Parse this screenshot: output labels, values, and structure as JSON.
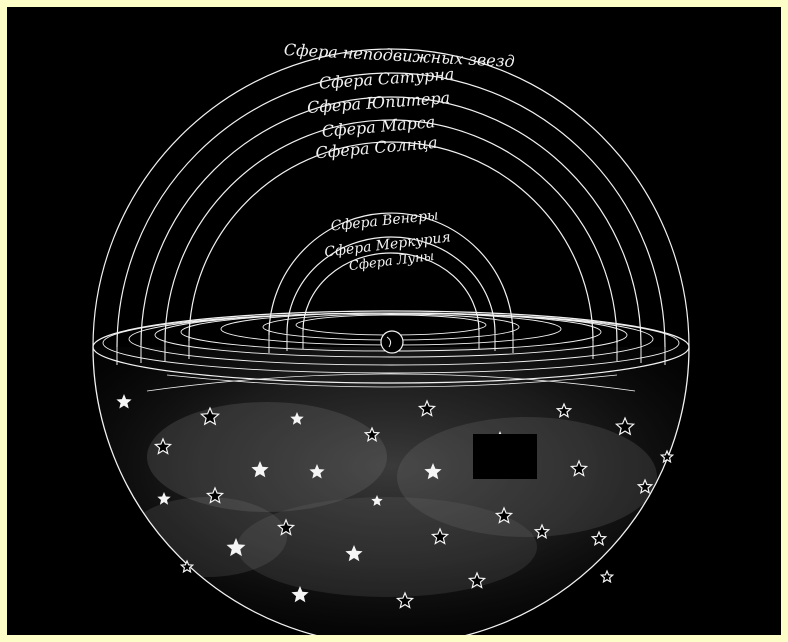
{
  "diagram": {
    "sphere_labels": [
      "Сфера неподвижных звезд",
      "Сфера Сатурна",
      "Сфера Юпитера",
      "Сфера Марса",
      "Сфера Солнца",
      "Сфера Венеры",
      "Сфера Меркурия",
      "Сфера Луны"
    ],
    "colors": {
      "page_border": "#fdfdc8",
      "background": "#000000",
      "lines": "#f2f2f2"
    }
  }
}
